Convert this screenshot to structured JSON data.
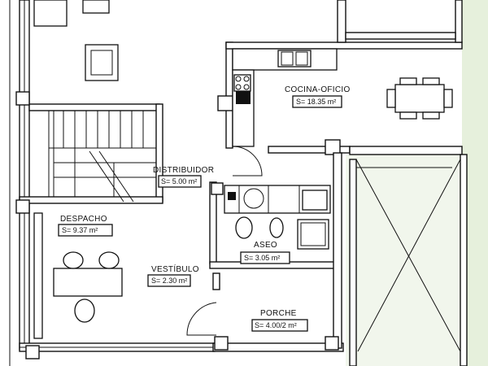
{
  "colors": {
    "line": "#111111",
    "paper": "#ffffff",
    "garden": "#e6f0dc"
  },
  "rooms": {
    "cocina": {
      "name": "COCINA-OFICIO",
      "area": "S= 18.35 m²"
    },
    "distribuidor": {
      "name": "DISTRIBUIDOR",
      "area": "S= 5.00 m²"
    },
    "despacho": {
      "name": "DESPACHO",
      "area": "S= 9.37 m²"
    },
    "aseo": {
      "name": "ASEO",
      "area": "S= 3.05 m²"
    },
    "vestibulo": {
      "name": "VESTÍBULO",
      "area": "S= 2.30 m²"
    },
    "porche": {
      "name": "PORCHE",
      "area": "S= 4.00/2 m²"
    }
  }
}
